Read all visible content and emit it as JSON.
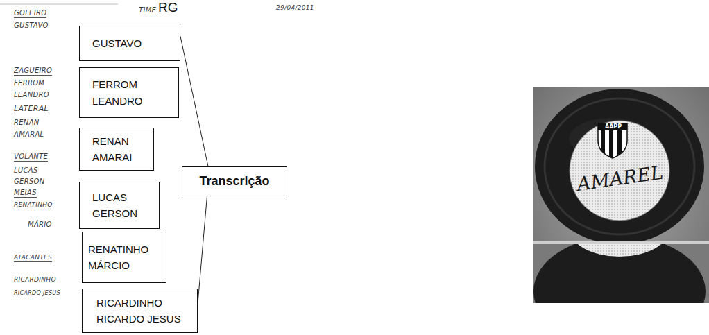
{
  "diagram": {
    "nodes": [
      {
        "text": [
          "GUSTAVO"
        ]
      },
      {
        "text": [
          "FERROM",
          "LEANDRO"
        ]
      },
      {
        "text": [
          "RENAN",
          "AMARAI"
        ]
      },
      {
        "text": [
          "LUCAS",
          "GERSON"
        ]
      },
      {
        "text": [
          "RENATINHO",
          "MÁRCIO"
        ]
      },
      {
        "text": [
          "RICARDINHO",
          "RICARDO JESUS"
        ]
      },
      {
        "text": [
          "Transcrição"
        ]
      }
    ],
    "edges": [
      {
        "from": 0,
        "to": 6,
        "arrow": "none"
      },
      {
        "from": 6,
        "to": 5,
        "arrow": "none"
      }
    ],
    "labels": [
      "TIME",
      "RG",
      "29/04/2011",
      "GOLEIRO",
      "GUSTAVO",
      "ZAGUEIRO",
      "FERROM",
      "LEANDRO",
      "LATERAL",
      "RENAN",
      "AMARAL",
      "VOLANTE",
      "LUCAS",
      "GERSON",
      "MEIAS",
      "RENATINHO",
      "MÁRIO",
      "ATACANTES",
      "RICARDINHO",
      "RICARDO JESUS",
      "AAPP",
      "AMAREL"
    ]
  }
}
